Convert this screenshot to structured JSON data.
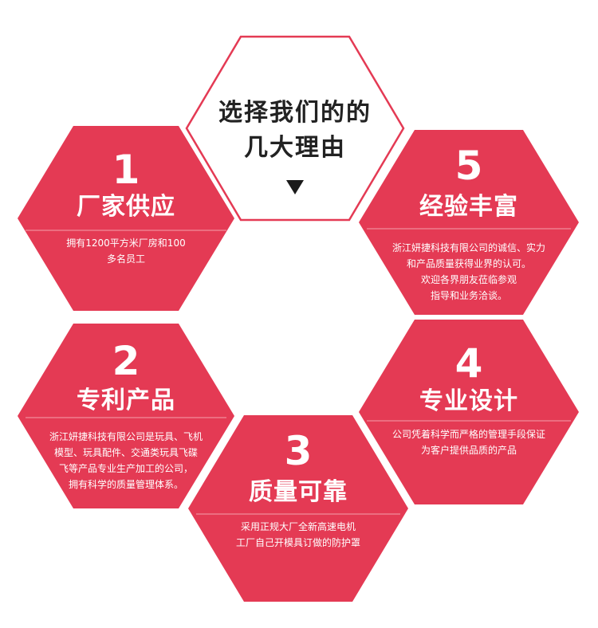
{
  "colors": {
    "hex_fill": "#e43a54",
    "outline": "#e43a54",
    "divider": "#f3a0ad",
    "title_text": "#222222"
  },
  "center": {
    "title": "选择我们的的\n几大理由",
    "arrow_icon": "triangle-down-icon"
  },
  "reasons": [
    {
      "number": "1",
      "title": "厂家供应",
      "description": "拥有1200平方米厂房和100\n多名员工"
    },
    {
      "number": "2",
      "title": "专利产品",
      "description": "浙江妍捷科技有限公司是玩具、飞机\n模型、玩具配件、交通类玩具飞碟\n飞等产品专业生产加工的公司，\n拥有科学的质量管理体系。"
    },
    {
      "number": "3",
      "title": "质量可靠",
      "description": "采用正规大厂全新高速电机\n工厂自己开模具订做的防护罩"
    },
    {
      "number": "4",
      "title": "专业设计",
      "description": "公司凭着科学而严格的管理手段保证\n为客户提供品质的产品"
    },
    {
      "number": "5",
      "title": "经验丰富",
      "description": "浙江妍捷科技有限公司的诚信、实力\n和产品质量获得业界的认可。\n欢迎各界朋友莅临参观\n指导和业务洽谈。"
    }
  ]
}
